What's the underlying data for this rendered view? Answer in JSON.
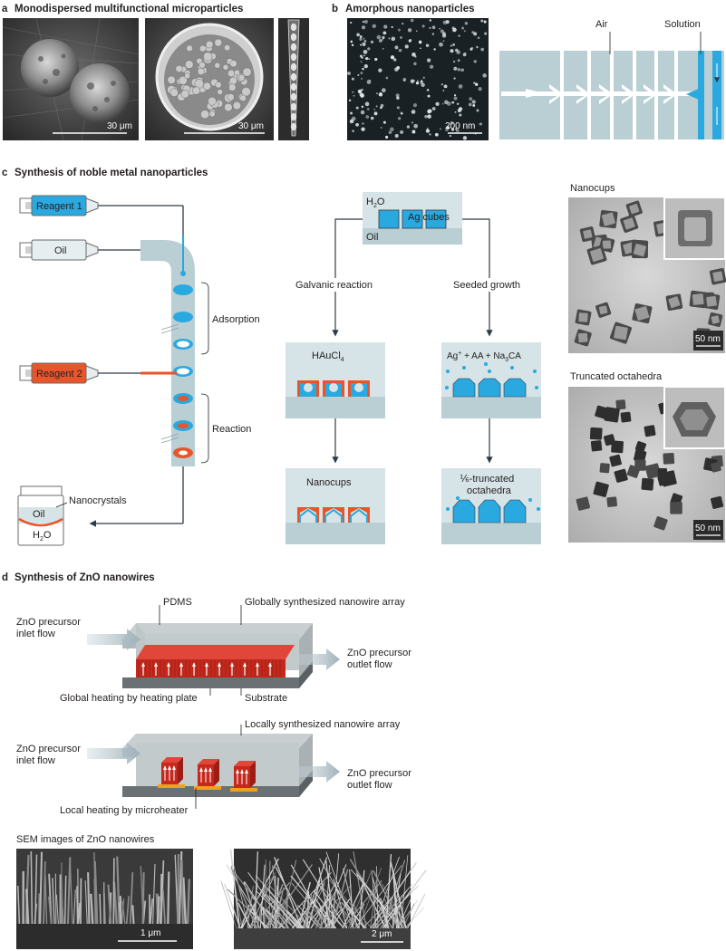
{
  "colors": {
    "channel_fill": "#b9cfd3",
    "channel_light": "#d6e4e7",
    "blue": "#2aa8e0",
    "orange": "#e8552b",
    "red_wire": "#c5281c",
    "plate_gray": "#c7cdcf",
    "dark_line": "#2f3b45",
    "em_dark": "#2b2b2b"
  },
  "panel_a": {
    "letter": "a",
    "title": "Monodispersed multifunctional microparticles",
    "scale_1": "30 μm",
    "scale_2": "30 μm"
  },
  "panel_b": {
    "letter": "b",
    "title": "Amorphous nanoparticles",
    "scale": "200 nm",
    "air_label": "Air",
    "solution_label": "Solution"
  },
  "panel_c": {
    "letter": "c",
    "title": "Synthesis of noble metal nanoparticles",
    "reagent1": "Reagent 1",
    "oil_syringe": "Oil",
    "reagent2": "Reagent 2",
    "adsorption": "Adsorption",
    "reaction": "Reaction",
    "nanocrystals": "Nanocrystals",
    "vial_oil": "Oil",
    "vial_water": "H",
    "vial_water_sub": "2",
    "vial_water_end": "O",
    "box_water": "H",
    "box_water_sub": "2",
    "box_water_end": "O",
    "ag_cubes": "Ag cubes",
    "box_oil": "Oil",
    "galvanic": "Galvanic reaction",
    "seeded": "Seeded growth",
    "haucl": "HAuCl",
    "haucl_sub": "4",
    "ag_plus": "Ag",
    "ag_plus_sup": "+",
    "ag_rest": " + AA + Na",
    "ag_sub": "3",
    "ag_end": "CA",
    "nanocups_box": "Nanocups",
    "truncated_box_1": "⅙-truncated",
    "truncated_box_2": "octahedra",
    "nanocups_em_label": "Nanocups",
    "truncated_em_label": "Truncated octahedra",
    "scale_em1": "50 nm",
    "scale_em2": "50 nm"
  },
  "panel_d": {
    "letter": "d",
    "title": "Synthesis of ZnO nanowires",
    "pdms": "PDMS",
    "global_array": "Globally synthesized nanowire array",
    "inlet_1": "ZnO precursor",
    "inlet_2": "inlet flow",
    "outlet_1": "ZnO precursor",
    "outlet_2": "outlet flow",
    "global_heating": "Global heating by heating plate",
    "substrate": "Substrate",
    "local_array": "Locally synthesized nanowire array",
    "local_heating": "Local heating by microheater",
    "sem_title": "SEM images of ZnO nanowires",
    "scale_sem1": "1 μm",
    "scale_sem2": "2 μm"
  }
}
